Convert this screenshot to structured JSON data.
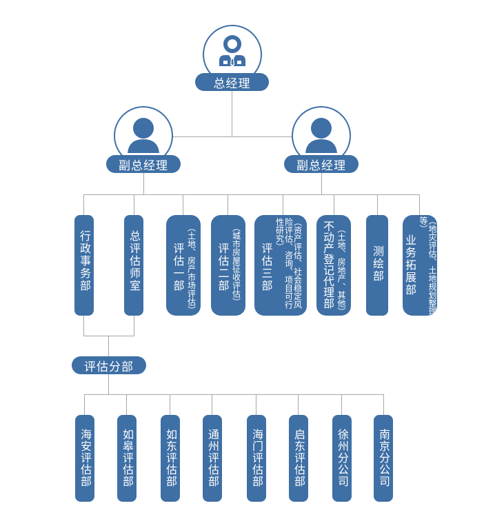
{
  "colors": {
    "primary": "#3e6fa5",
    "connector": "#a6a6a6",
    "background": "#ffffff"
  },
  "general_manager": {
    "title": "总经理",
    "icon": "manager-tie-icon"
  },
  "deputy_managers": [
    {
      "title": "副总经理",
      "icon": "user-icon"
    },
    {
      "title": "副总经理",
      "icon": "user-icon"
    }
  ],
  "departments": [
    {
      "name": "行政事务部",
      "note": ""
    },
    {
      "name": "总评估师室",
      "note": ""
    },
    {
      "name": "评估一部",
      "note": "（土地、房产市场评估）"
    },
    {
      "name": "评估二部",
      "note": "（城市房屋征收评估）"
    },
    {
      "name": "评估三部",
      "note": "（资产评估、社会稳定风险评估、咨询、项目可行性研究）"
    },
    {
      "name": "不动产登记代理部",
      "note": "（土地、房地产、其他）"
    },
    {
      "name": "测绘部",
      "note": ""
    },
    {
      "name": "业务拓展部",
      "note": "（地灾评估、土地规划整理等）"
    }
  ],
  "branch_group": {
    "title": "评估分部"
  },
  "branches": [
    {
      "name": "海安评估部"
    },
    {
      "name": "如皋评估部"
    },
    {
      "name": "如东评估部"
    },
    {
      "name": "通州评估部"
    },
    {
      "name": "海门评估部"
    },
    {
      "name": "启东评估部"
    },
    {
      "name": "徐州分公司"
    },
    {
      "name": "南京分公司"
    }
  ]
}
